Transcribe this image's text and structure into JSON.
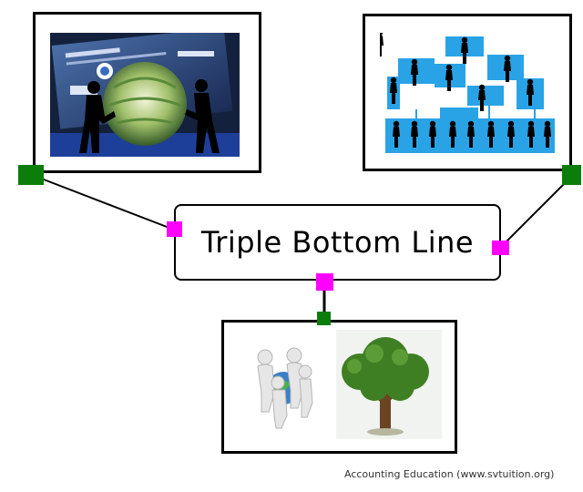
{
  "center": {
    "title": "Triple Bottom Line"
  },
  "footer": {
    "credit": "Accounting Education (www.svtuition.org)"
  },
  "pictures": {
    "economic": {
      "icon": "money-globe-business-illustration"
    },
    "social": {
      "icon": "organization-chart-people-illustration"
    },
    "environment": {
      "icon": "people-and-tree-illustration"
    }
  },
  "colors": {
    "connector_line": "#000000",
    "handle_green": "#0a7d0a",
    "handle_magenta": "#ff00ff",
    "frame_border": "#000000"
  }
}
